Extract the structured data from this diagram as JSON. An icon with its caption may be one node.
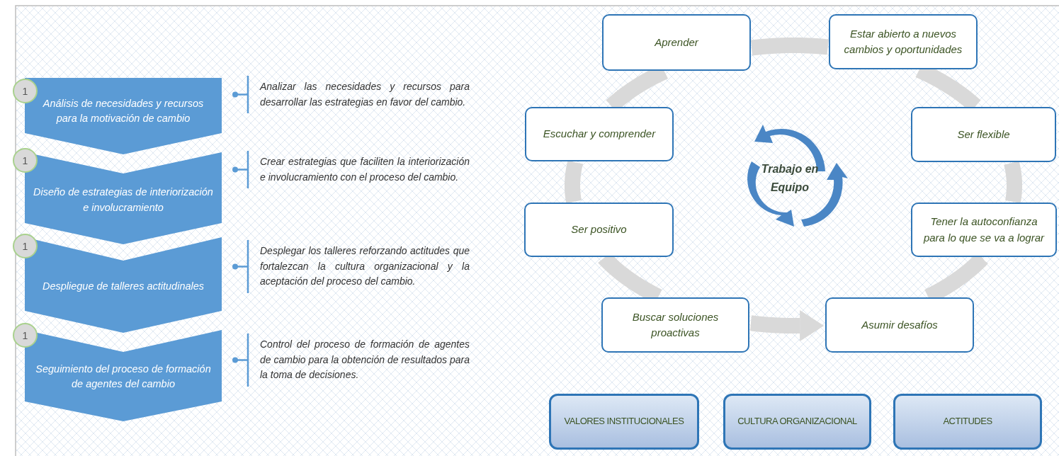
{
  "diagram": {
    "nodes": [
      {
        "text": [
          "1"
        ]
      },
      {
        "text": [
          "Análisis de necesidades y recursos para la motivación de cambio"
        ],
        "beside": [
          "Analizar las necesidades y recursos para desarrollar las estrategias en favor del cambio."
        ]
      },
      {
        "text": [
          "1"
        ]
      },
      {
        "text": [
          "Diseño de estrategias de interiorización e involucramiento"
        ],
        "beside": [
          "Crear estrategias que faciliten la interiorización e involucramiento con el proceso del cambio."
        ]
      },
      {
        "text": [
          "1"
        ]
      },
      {
        "text": [
          "Despliegue de talleres actitudinales"
        ],
        "beside": [
          "Desplegar los talleres reforzando actitudes que fortalezcan la cultura organizacional y la aceptación del proceso del cambio."
        ]
      },
      {
        "text": [
          "1"
        ]
      },
      {
        "text": [
          "Seguimiento del proceso de formación de agentes del cambio"
        ],
        "beside": [
          "Control del proceso de formación de agentes de cambio para la obtención de resultados para la toma de decisiones."
        ]
      },
      {
        "text": [
          "Aprender"
        ]
      },
      {
        "text": [
          "Estar abierto a nuevos cambios y oportunidades"
        ]
      },
      {
        "text": [
          "Escuchar y comprender"
        ]
      },
      {
        "text": [
          "Ser flexible"
        ]
      },
      {
        "text": [
          "Trabajo en Equipo"
        ]
      },
      {
        "text": [
          "Ser positivo"
        ]
      },
      {
        "text": [
          "Tener la autoconfianza para lo que se va a lograr"
        ]
      },
      {
        "text": [
          "Buscar soluciones proactivas"
        ]
      },
      {
        "text": [
          "Asumir desafíos"
        ]
      },
      {
        "text": [
          "VALORES INSTITUCIONALES"
        ]
      },
      {
        "text": [
          "CULTURA ORGANIZACIONAL"
        ]
      },
      {
        "text": [
          "ACTITUDES"
        ]
      }
    ],
    "edges": [
      {
        "from": 8,
        "to": 10,
        "arrow": "none"
      },
      {
        "from": 10,
        "to": 13,
        "arrow": "none"
      },
      {
        "from": 13,
        "to": 15,
        "arrow": "none"
      },
      {
        "from": 15,
        "to": 16,
        "arrow": "to"
      },
      {
        "from": 16,
        "to": 14,
        "arrow": "none"
      },
      {
        "from": 14,
        "to": 11,
        "arrow": "none"
      },
      {
        "from": 11,
        "to": 9,
        "arrow": "none"
      },
      {
        "from": 9,
        "to": 8,
        "arrow": "none"
      }
    ]
  }
}
